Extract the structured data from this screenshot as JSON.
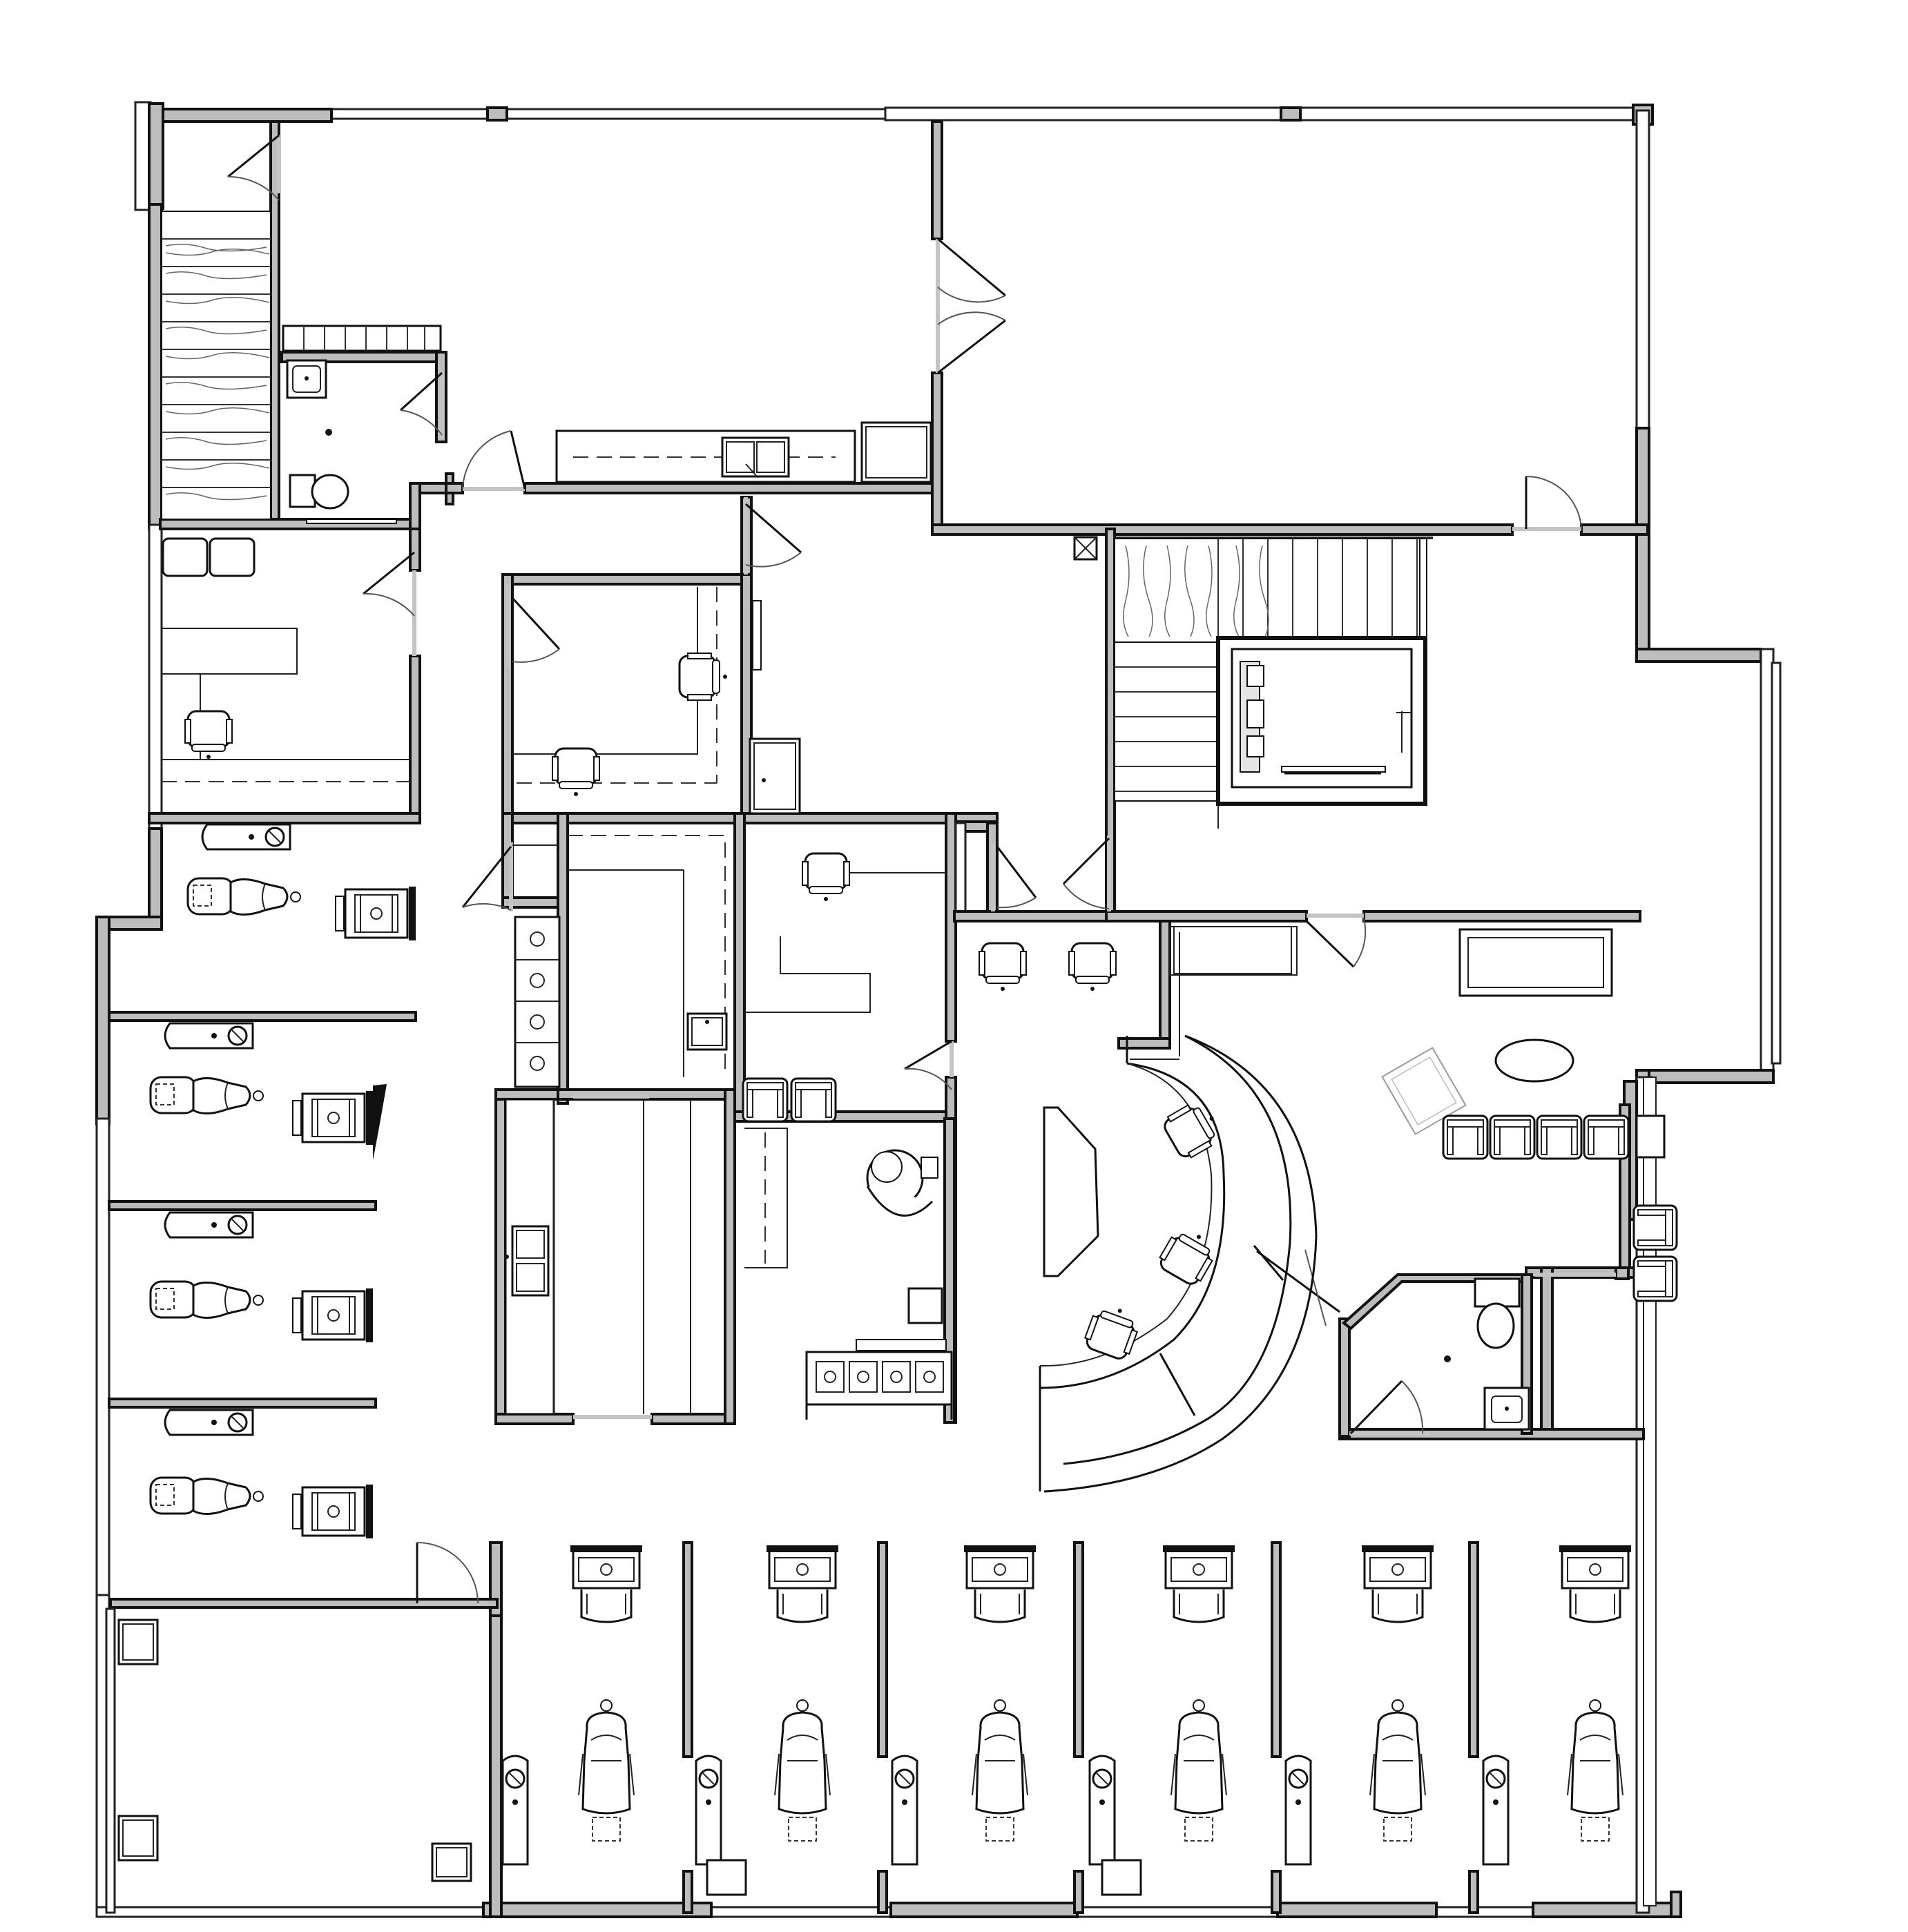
{
  "diagram": {
    "type": "architectural-floor-plan",
    "labels": [],
    "colors": {
      "wall_fill": "#bdbdbd",
      "line": "#111111",
      "opening": "#c4c4c4",
      "background": "#ffffff"
    },
    "elements": {
      "operatories": {
        "west_wing_count": 4,
        "south_row_count": 6
      },
      "stairwells": 2,
      "elevators": 1,
      "restrooms": 2,
      "reception_desk": "curved",
      "waiting_chairs": 4
    }
  }
}
